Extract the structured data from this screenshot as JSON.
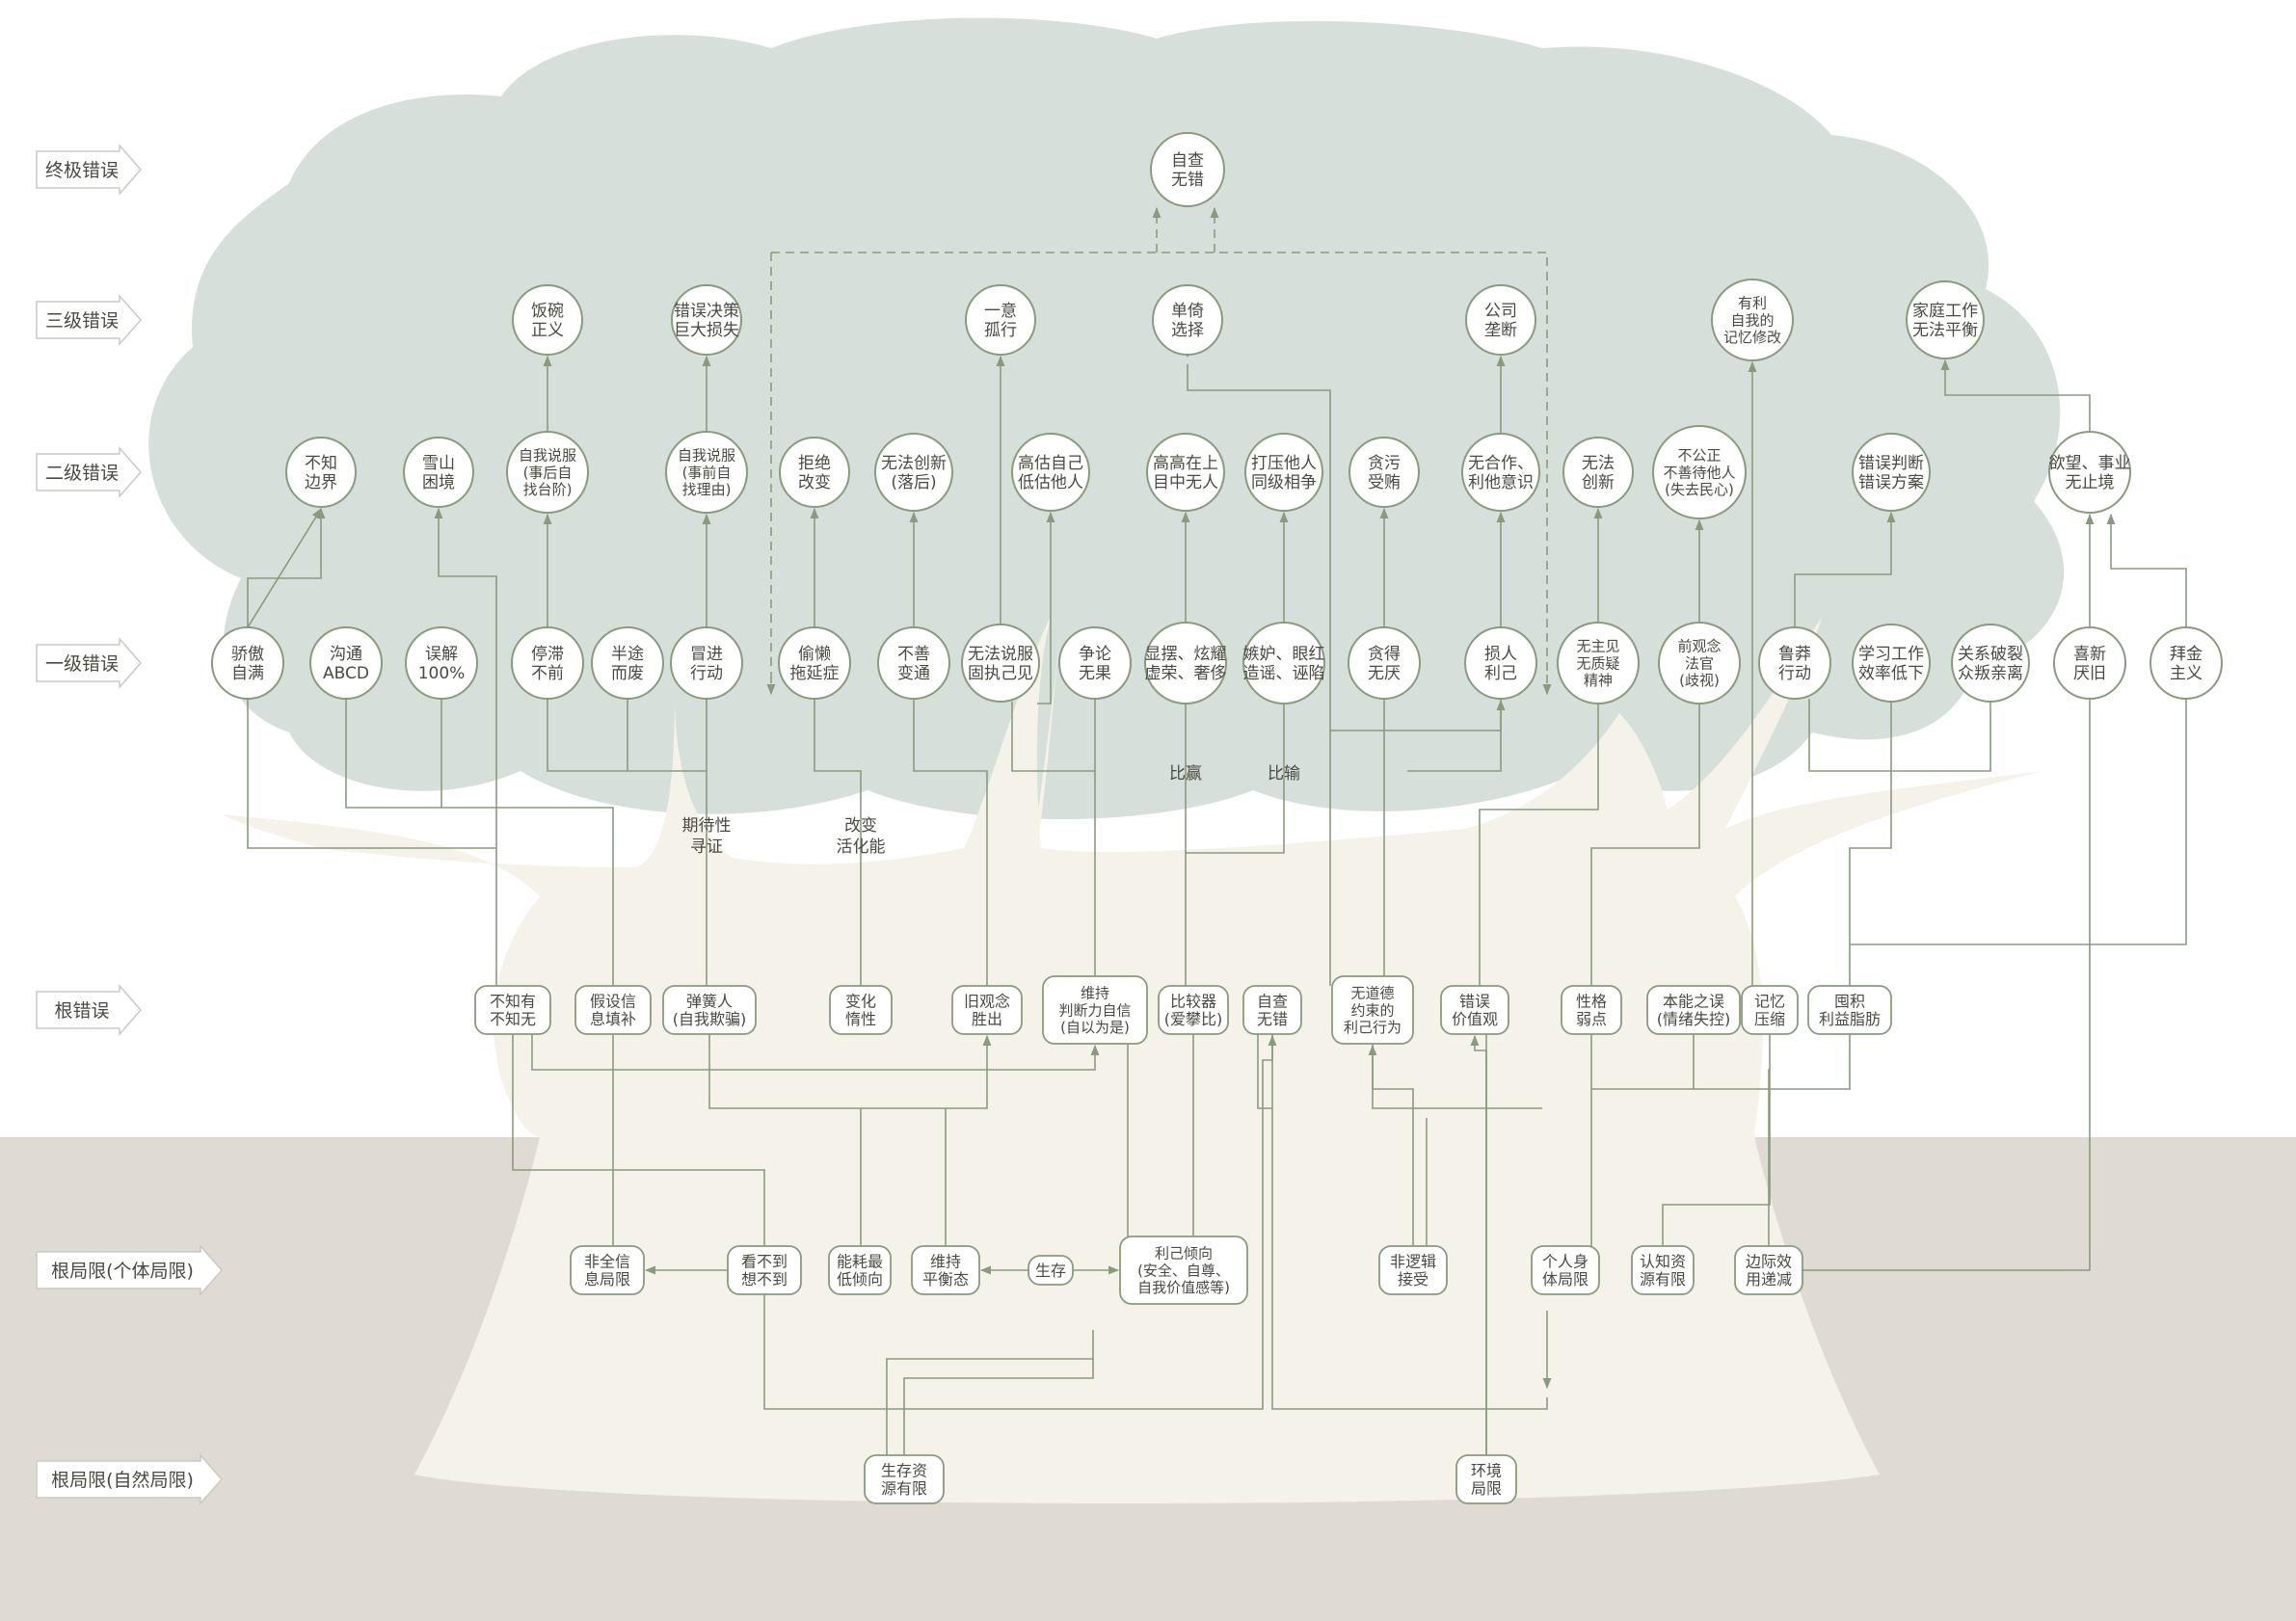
{
  "colors": {
    "canopy": "#d6dfda",
    "trunk": "#f5f2ea",
    "ground": "#dfdad3",
    "line": "#8a9a7e",
    "node_fill": "#ffffff",
    "text": "#4a4a42"
  },
  "levels": {
    "ultimate": "终极错误",
    "third": "三级错误",
    "second": "二级错误",
    "first": "一级错误",
    "root": "根错误",
    "limit_individual": "根局限(个体局限)",
    "limit_natural": "根局限(自然局限)"
  },
  "nodes": {
    "top": {
      "l1": "自查",
      "l2": "无错"
    },
    "t1": {
      "l1": "饭碗",
      "l2": "正义"
    },
    "t2": {
      "l1": "错误决策",
      "l2": "巨大损失"
    },
    "t3": {
      "l1": "一意",
      "l2": "孤行"
    },
    "t4": {
      "l1": "单倚",
      "l2": "选择"
    },
    "t5": {
      "l1": "公司",
      "l2": "垄断"
    },
    "t6": {
      "l1": "有利",
      "l2": "自我的",
      "l3": "记忆修改"
    },
    "t7": {
      "l1": "家庭工作",
      "l2": "无法平衡"
    },
    "s1": {
      "l1": "不知",
      "l2": "边界"
    },
    "s2": {
      "l1": "雪山",
      "l2": "困境"
    },
    "s3": {
      "l1": "自我说服",
      "l2": "(事后自",
      "l3": "找台阶)"
    },
    "s4": {
      "l1": "自我说服",
      "l2": "(事前自",
      "l3": "找理由)"
    },
    "s5": {
      "l1": "拒绝",
      "l2": "改变"
    },
    "s6": {
      "l1": "无法创新",
      "l2": "(落后)"
    },
    "s7": {
      "l1": "高估自己",
      "l2": "低估他人"
    },
    "s8": {
      "l1": "高高在上",
      "l2": "目中无人"
    },
    "s9": {
      "l1": "打压他人",
      "l2": "同级相争"
    },
    "s10": {
      "l1": "贪污",
      "l2": "受贿"
    },
    "s11": {
      "l1": "无合作、",
      "l2": "利他意识"
    },
    "s12": {
      "l1": "无法",
      "l2": "创新"
    },
    "s13": {
      "l1": "不公正",
      "l2": "不善待他人",
      "l3": "(失去民心)"
    },
    "s14": {
      "l1": "错误判断",
      "l2": "错误方案"
    },
    "s15": {
      "l1": "欲望、事业",
      "l2": "无止境"
    },
    "f1": {
      "l1": "骄傲",
      "l2": "自满"
    },
    "f2": {
      "l1": "沟通",
      "l2": "ABCD"
    },
    "f3": {
      "l1": "误解",
      "l2": "100%"
    },
    "f4": {
      "l1": "停滞",
      "l2": "不前"
    },
    "f5": {
      "l1": "半途",
      "l2": "而废"
    },
    "f6": {
      "l1": "冒进",
      "l2": "行动"
    },
    "f7": {
      "l1": "偷懒",
      "l2": "拖延症"
    },
    "f8": {
      "l1": "不善",
      "l2": "变通"
    },
    "f9": {
      "l1": "无法说服",
      "l2": "固执己见"
    },
    "f10": {
      "l1": "争论",
      "l2": "无果"
    },
    "f11": {
      "l1": "显摆、炫耀",
      "l2": "虚荣、奢侈"
    },
    "f12": {
      "l1": "嫉妒、眼红",
      "l2": "造谣、诬陷"
    },
    "f13": {
      "l1": "贪得",
      "l2": "无厌"
    },
    "f14": {
      "l1": "损人",
      "l2": "利己"
    },
    "f15": {
      "l1": "无主见",
      "l2": "无质疑",
      "l3": "精神"
    },
    "f16": {
      "l1": "前观念",
      "l2": "法官",
      "l3": "(歧视)"
    },
    "f17": {
      "l1": "鲁莽",
      "l2": "行动"
    },
    "f18": {
      "l1": "学习工作",
      "l2": "效率低下"
    },
    "f19": {
      "l1": "关系破裂",
      "l2": "众叛亲离"
    },
    "f20": {
      "l1": "喜新",
      "l2": "厌旧"
    },
    "f21": {
      "l1": "拜金",
      "l2": "主义"
    },
    "r1": {
      "l1": "不知有",
      "l2": "不知无"
    },
    "r2": {
      "l1": "假设信",
      "l2": "息填补"
    },
    "r3": {
      "l1": "弹簧人",
      "l2": "(自我欺骗)"
    },
    "r4": {
      "l1": "变化",
      "l2": "惰性"
    },
    "r5": {
      "l1": "旧观念",
      "l2": "胜出"
    },
    "r6": {
      "l1": "维持",
      "l2": "判断力自信",
      "l3": "(自以为是)"
    },
    "r7": {
      "l1": "比较器",
      "l2": "(爱攀比)"
    },
    "r8": {
      "l1": "自查",
      "l2": "无错"
    },
    "r9": {
      "l1": "无道德",
      "l2": "约束的",
      "l3": "利己行为"
    },
    "r10": {
      "l1": "错误",
      "l2": "价值观"
    },
    "r11": {
      "l1": "性格",
      "l2": "弱点"
    },
    "r12": {
      "l1": "本能之误",
      "l2": "(情绪失控)"
    },
    "r13": {
      "l1": "记忆",
      "l2": "压缩"
    },
    "r14": {
      "l1": "囤积",
      "l2": "利益脂肪"
    },
    "b1": {
      "l1": "非全信",
      "l2": "息局限"
    },
    "b2": {
      "l1": "看不到",
      "l2": "想不到"
    },
    "b3": {
      "l1": "能耗最",
      "l2": "低倾向"
    },
    "b4": {
      "l1": "维持",
      "l2": "平衡态"
    },
    "b5": {
      "l1": "生存"
    },
    "b6": {
      "l1": "利己倾向",
      "l2": "(安全、自尊、",
      "l3": "自我价值感等)"
    },
    "b7": {
      "l1": "非逻辑",
      "l2": "接受"
    },
    "b8": {
      "l1": "个人身",
      "l2": "体局限"
    },
    "b9": {
      "l1": "认知资",
      "l2": "源有限"
    },
    "b10": {
      "l1": "边际效",
      "l2": "用递减"
    },
    "n1": {
      "l1": "生存资",
      "l2": "源有限"
    },
    "n2": {
      "l1": "环境",
      "l2": "局限"
    }
  },
  "edge_labels": {
    "expect": {
      "l1": "期待性",
      "l2": "寻证"
    },
    "change": {
      "l1": "改变",
      "l2": "活化能"
    },
    "win": "比赢",
    "lose": "比输"
  }
}
